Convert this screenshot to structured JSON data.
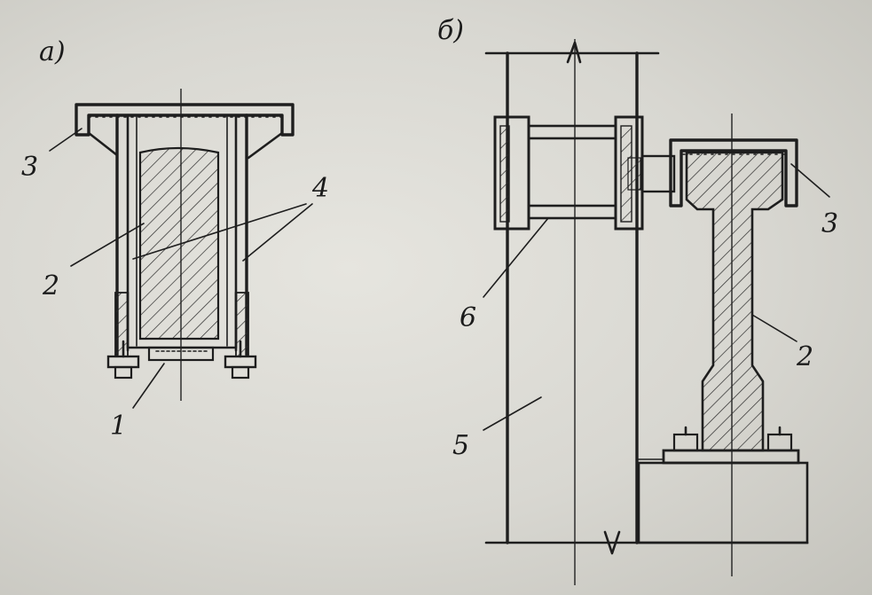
{
  "figure": {
    "panel_a": "а)",
    "panel_b": "б)",
    "callouts_a": [
      "3",
      "4",
      "2",
      "1"
    ],
    "callouts_b": [
      "3",
      "6",
      "2",
      "5"
    ]
  }
}
